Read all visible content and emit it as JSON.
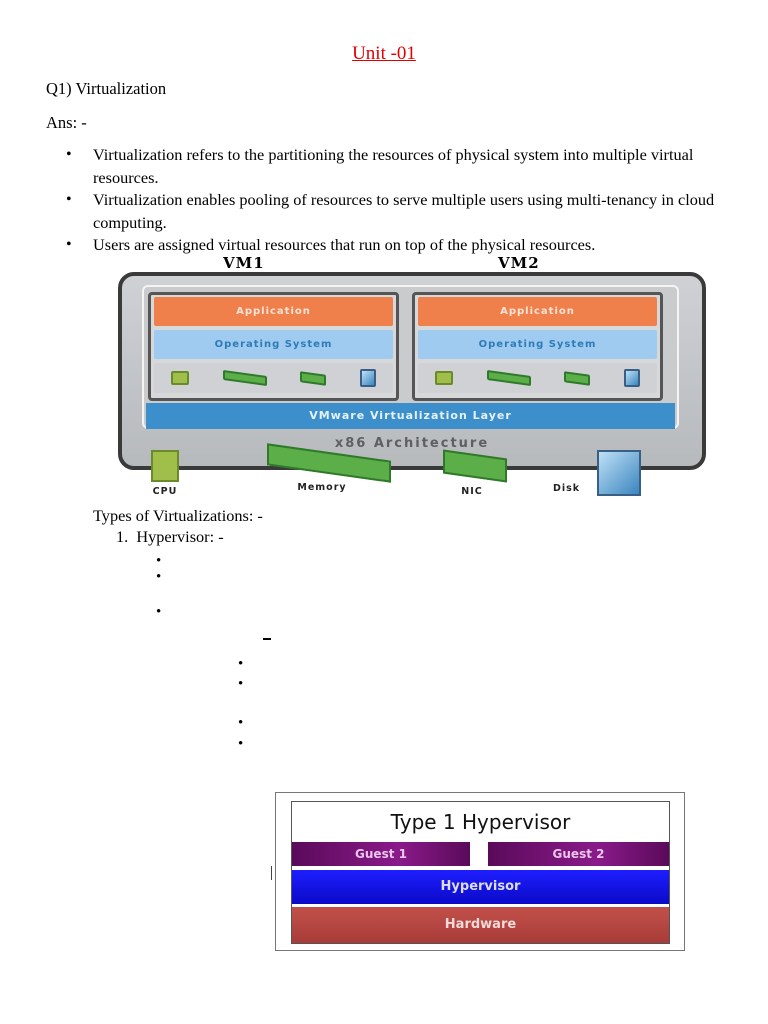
{
  "document": {
    "title": "Unit -01",
    "question": "Q1) Virtualization",
    "answer_label": "Ans: -",
    "bullets": [
      "Virtualization refers to the partitioning the resources of physical system into multiple virtual resources.",
      "Virtualization enables pooling of resources to serve multiple users using multi-tenancy in cloud computing.",
      "Users are assigned virtual resources that run on top of the physical resources."
    ],
    "types_heading": "Types of Virtualizations: -",
    "list_number": "1.",
    "hypervisor_item": "Hypervisor: -",
    "dash": "–"
  },
  "vmware_diagram": {
    "vm_labels": [
      "VM1",
      "VM2"
    ],
    "application_label": "Application",
    "os_label": "Operating System",
    "virtualization_layer": "VMware Virtualization Layer",
    "architecture": "x86 Architecture",
    "hardware": [
      "CPU",
      "Memory",
      "NIC",
      "Disk"
    ],
    "colors": {
      "application": "#ef7f4b",
      "os": "#9ecbef",
      "virtualization": "#3d8fcb"
    }
  },
  "type1_diagram": {
    "title": "Type 1 Hypervisor",
    "guests": [
      "Guest 1",
      "Guest 2"
    ],
    "hypervisor": "Hypervisor",
    "hardware": "Hardware",
    "colors": {
      "guest": "#7a127a",
      "hypervisor": "#1414f0",
      "hardware": "#b8453f"
    }
  }
}
